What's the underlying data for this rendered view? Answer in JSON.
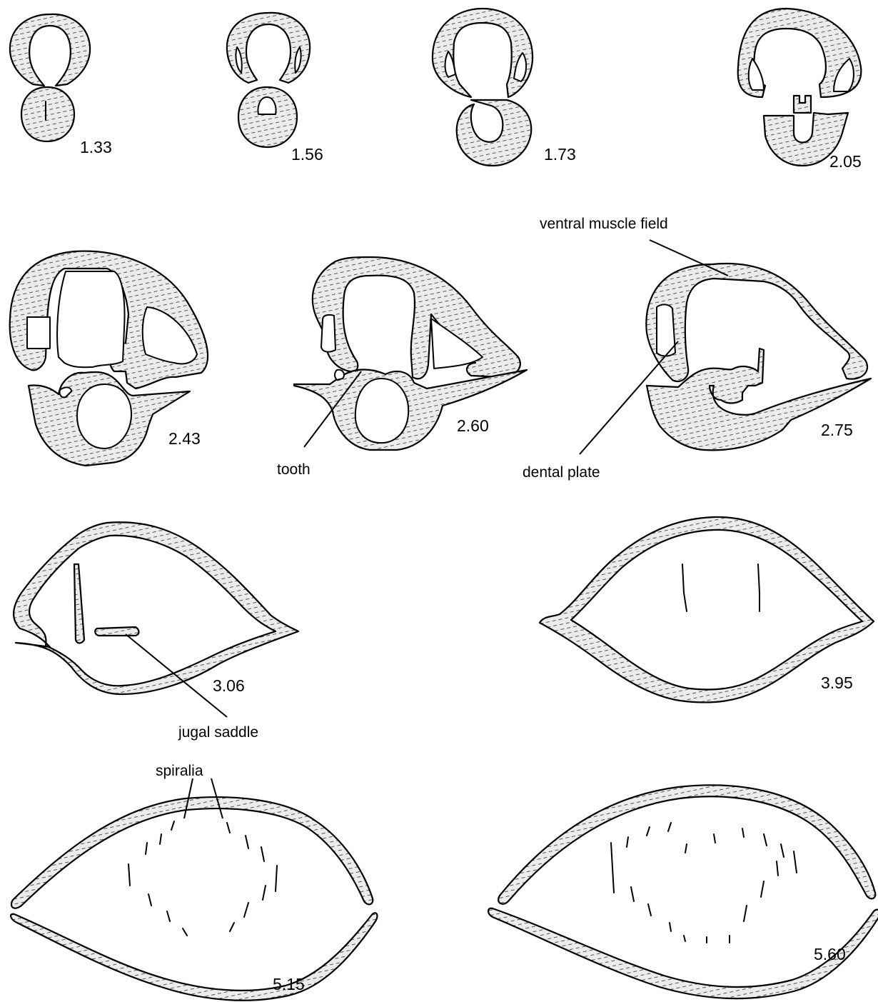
{
  "sections": [
    {
      "id": "s133",
      "label": "1.33"
    },
    {
      "id": "s156",
      "label": "1.56"
    },
    {
      "id": "s173",
      "label": "1.73"
    },
    {
      "id": "s205",
      "label": "2.05"
    },
    {
      "id": "s243",
      "label": "2.43"
    },
    {
      "id": "s260",
      "label": "2.60"
    },
    {
      "id": "s275",
      "label": "2.75"
    },
    {
      "id": "s306",
      "label": "3.06"
    },
    {
      "id": "s395",
      "label": "3.95"
    },
    {
      "id": "s515",
      "label": "5.15"
    },
    {
      "id": "s560",
      "label": "5.60"
    }
  ],
  "annotations": {
    "ventral_muscle_field": "ventral muscle field",
    "tooth": "tooth",
    "dental_plate": "dental plate",
    "jugal_saddle": "jugal saddle",
    "spiralia": "spiralia"
  },
  "colors": {
    "shell_fill": "#dcdcdc",
    "outline": "#000000",
    "background": "#ffffff"
  }
}
